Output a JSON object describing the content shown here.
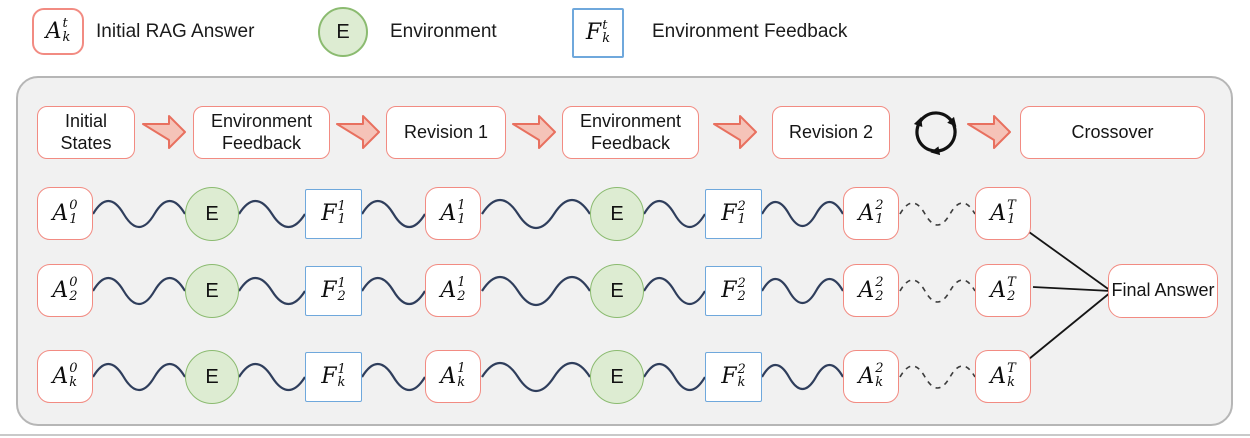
{
  "legend": {
    "items": [
      {
        "shape": "red-rounded-box",
        "symbol": {
          "main": "A",
          "sup": "t",
          "sub": "k"
        },
        "label": "Initial RAG Answer"
      },
      {
        "shape": "green-circle",
        "symbol": {
          "main": "E"
        },
        "label": "Environment"
      },
      {
        "shape": "blue-square",
        "symbol": {
          "main": "F",
          "sup": "t",
          "sub": "k"
        },
        "label": "Environment Feedback"
      }
    ]
  },
  "pipeline": {
    "stages": [
      {
        "label": "Initial States"
      },
      {
        "label": "Environment Feedback"
      },
      {
        "label": "Revision 1"
      },
      {
        "label": "Environment Feedback"
      },
      {
        "label": "Revision 2"
      },
      {
        "label": "Crossover"
      }
    ],
    "final_answer": {
      "label": "Final Answer"
    }
  },
  "rows": [
    {
      "name": "chain-1",
      "nodes": [
        {
          "type": "answer",
          "main": "A",
          "sup": "0",
          "sub": "1"
        },
        {
          "type": "environment",
          "main": "E"
        },
        {
          "type": "feedback",
          "main": "F",
          "sup": "1",
          "sub": "1"
        },
        {
          "type": "answer",
          "main": "A",
          "sup": "1",
          "sub": "1"
        },
        {
          "type": "environment",
          "main": "E"
        },
        {
          "type": "feedback",
          "main": "F",
          "sup": "2",
          "sub": "1"
        },
        {
          "type": "answer",
          "main": "A",
          "sup": "2",
          "sub": "1"
        },
        {
          "type": "answer",
          "main": "A",
          "sup": "T",
          "sub": "1"
        }
      ]
    },
    {
      "name": "chain-2",
      "nodes": [
        {
          "type": "answer",
          "main": "A",
          "sup": "0",
          "sub": "2"
        },
        {
          "type": "environment",
          "main": "E"
        },
        {
          "type": "feedback",
          "main": "F",
          "sup": "1",
          "sub": "2"
        },
        {
          "type": "answer",
          "main": "A",
          "sup": "1",
          "sub": "2"
        },
        {
          "type": "environment",
          "main": "E"
        },
        {
          "type": "feedback",
          "main": "F",
          "sup": "2",
          "sub": "2"
        },
        {
          "type": "answer",
          "main": "A",
          "sup": "2",
          "sub": "2"
        },
        {
          "type": "answer",
          "main": "A",
          "sup": "T",
          "sub": "2"
        }
      ]
    },
    {
      "name": "chain-k",
      "nodes": [
        {
          "type": "answer",
          "main": "A",
          "sup": "0",
          "sub": "k"
        },
        {
          "type": "environment",
          "main": "E"
        },
        {
          "type": "feedback",
          "main": "F",
          "sup": "1",
          "sub": "k"
        },
        {
          "type": "answer",
          "main": "A",
          "sup": "1",
          "sub": "k"
        },
        {
          "type": "environment",
          "main": "E"
        },
        {
          "type": "feedback",
          "main": "F",
          "sup": "2",
          "sub": "k"
        },
        {
          "type": "answer",
          "main": "A",
          "sup": "2",
          "sub": "k"
        },
        {
          "type": "answer",
          "main": "A",
          "sup": "T",
          "sub": "k"
        }
      ]
    }
  ],
  "icons": {
    "cycle": "⟳",
    "flow_arrow": "➡"
  },
  "colors": {
    "answer_box_border": "#f28b82",
    "feedback_box_border": "#6fa8dc",
    "environment_fill": "#ddecd2",
    "environment_border": "#8bbb70",
    "flow_arrow_fill": "#f5c3b8",
    "flow_arrow_border": "#e8705f",
    "wave_line": "#2f3e5c",
    "panel_background": "#f1f1f1",
    "panel_border": "#b6b6b6"
  }
}
